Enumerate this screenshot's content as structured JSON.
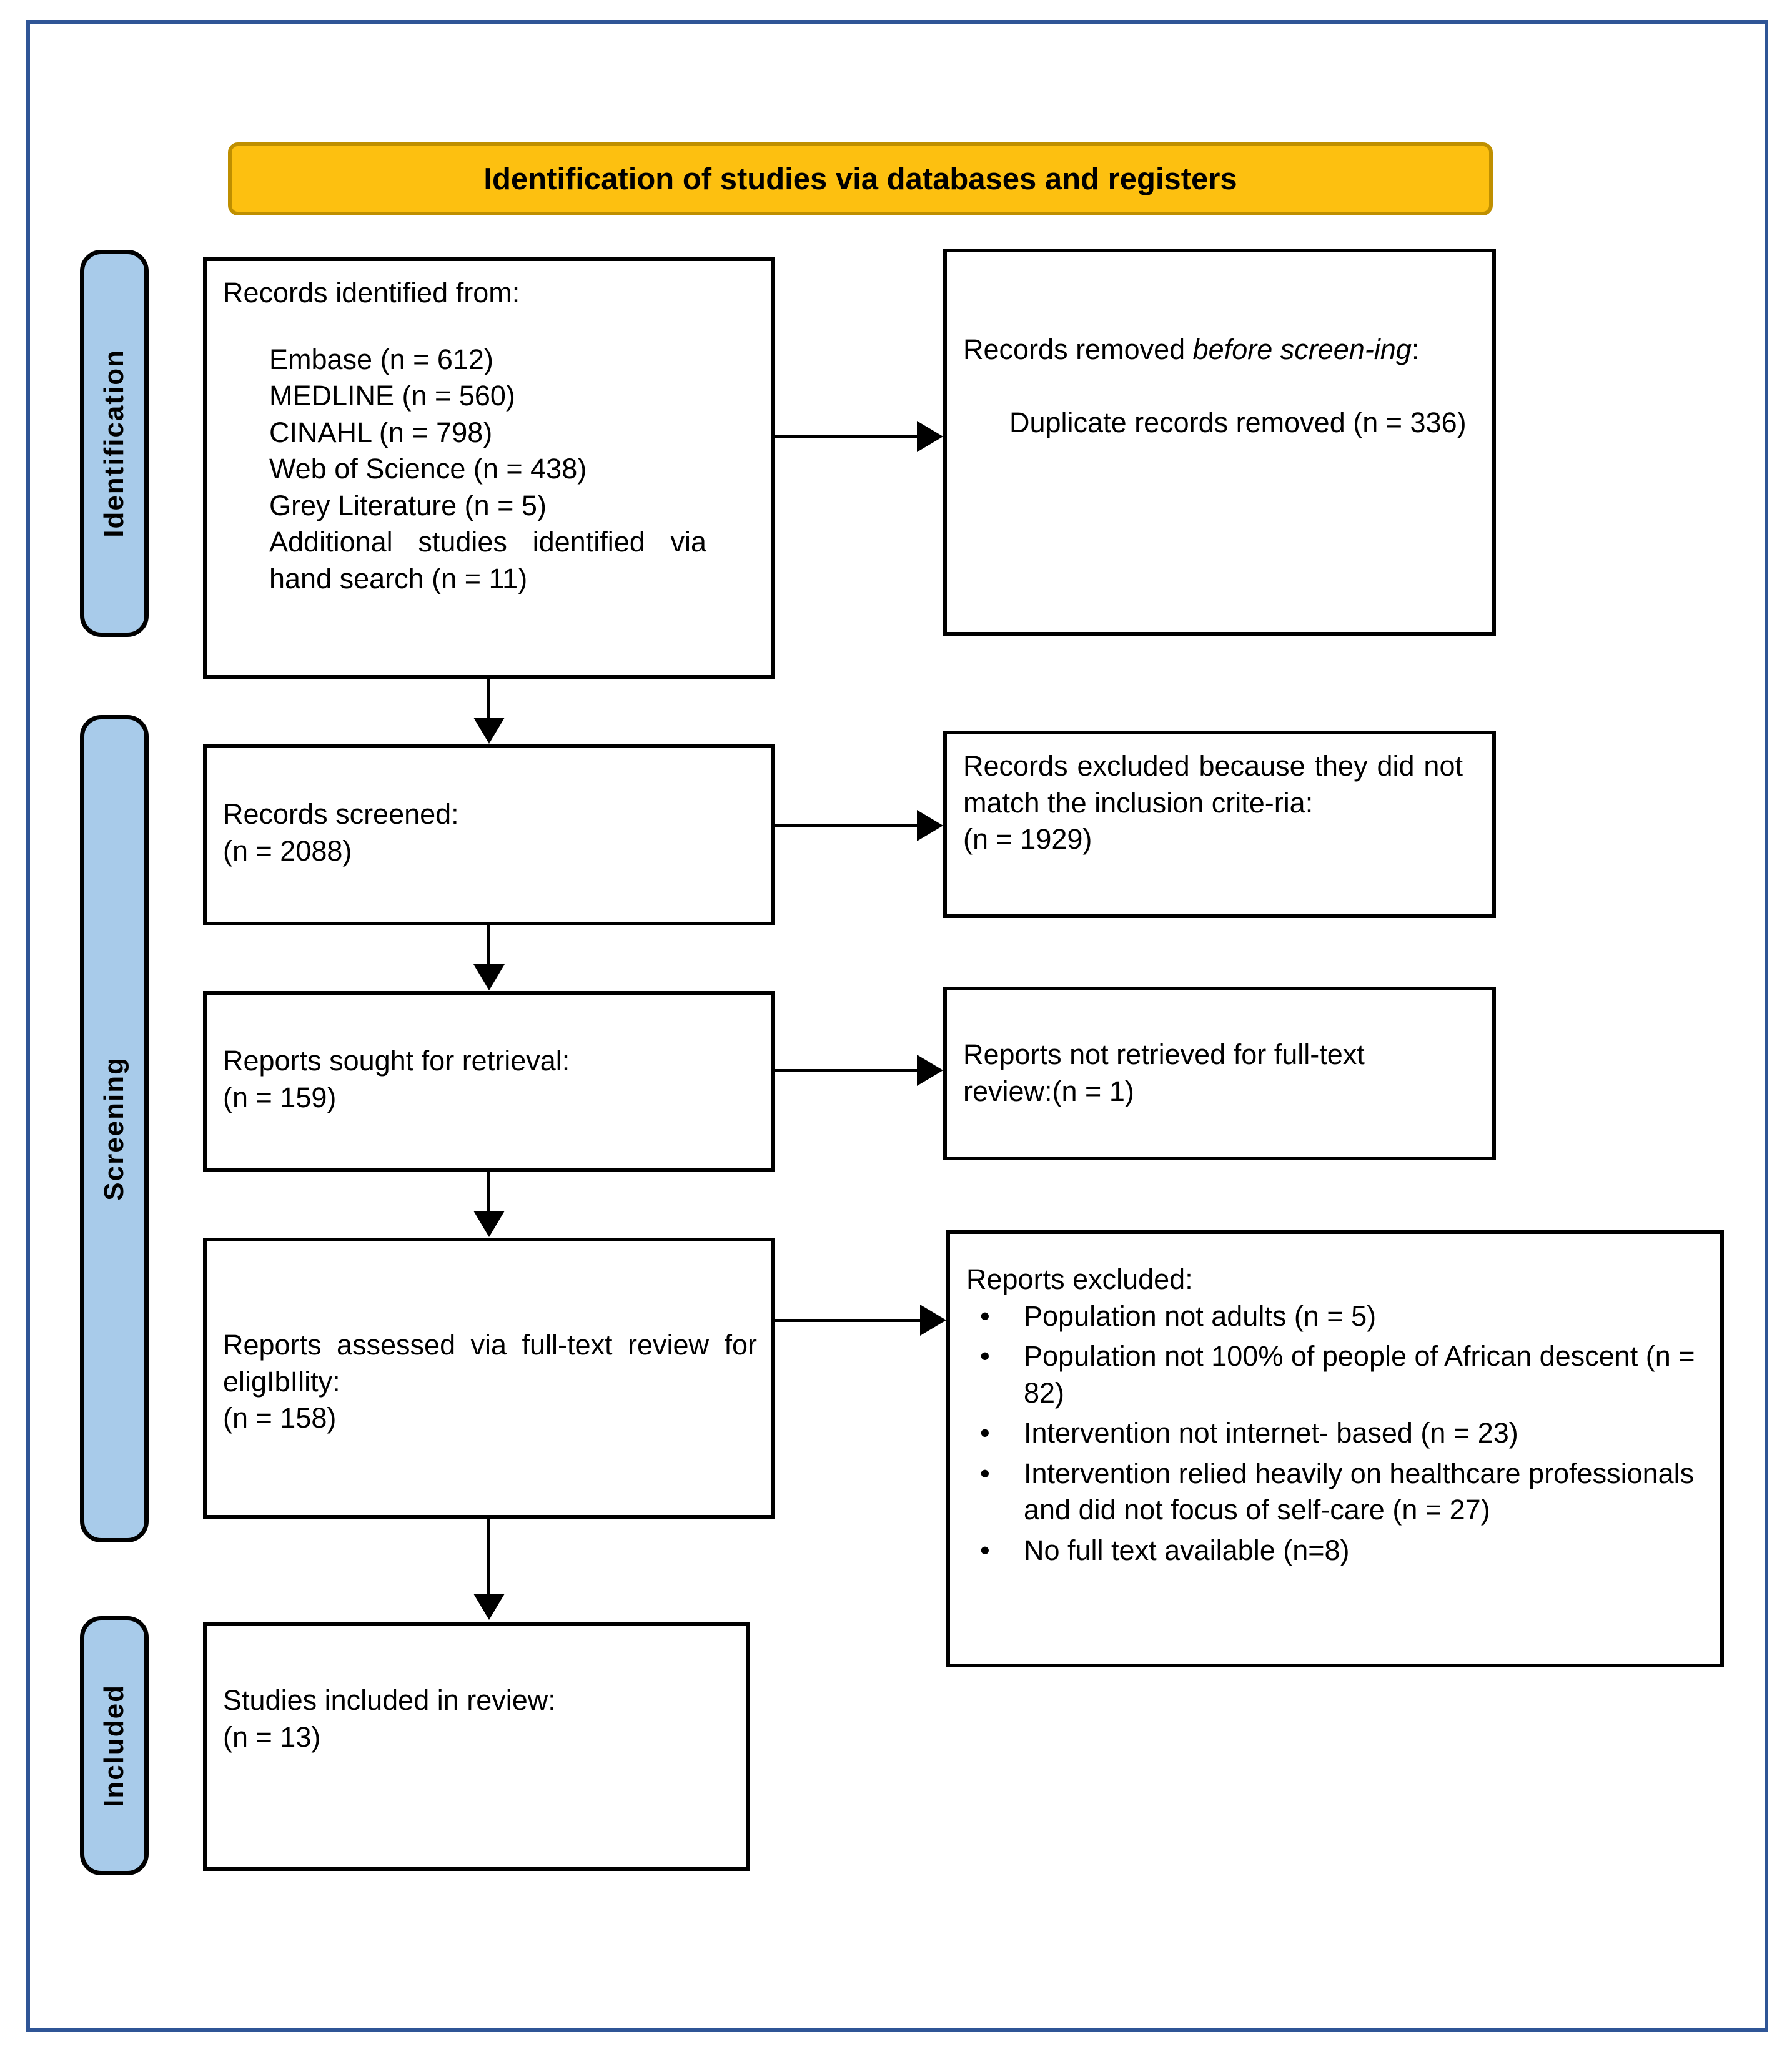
{
  "diagram": {
    "title": "Identification of studies via databases and registers",
    "stages": [
      {
        "name": "identification",
        "label": "Identification"
      },
      {
        "name": "screening",
        "label": "Screening"
      },
      {
        "name": "included",
        "label": "Included"
      }
    ],
    "boxes": {
      "records_identified": {
        "heading": "Records identified from:",
        "sources": [
          "Embase (n = 612)",
          "MEDLINE (n = 560)",
          "CINAHL (n = 798)",
          "Web of Science (n = 438)",
          "Grey Literature (n = 5)",
          "Additional studies identified via hand search (n = 11)"
        ]
      },
      "records_removed": {
        "heading_lead": "Records removed ",
        "heading_italic": "before screen-ing",
        "heading_tail": ":",
        "detail": "Duplicate records removed (n = 336)"
      },
      "records_screened": {
        "heading": "Records screened:",
        "count": "(n = 2088)"
      },
      "records_excluded": {
        "heading": "Records excluded because they did not match the inclusion crite-ria:",
        "count": "(n = 1929)"
      },
      "reports_sought": {
        "heading": "Reports sought for retrieval:",
        "count": "(n = 159)"
      },
      "reports_not_retrieved": {
        "heading": "Reports not retrieved for full-text review:(n = 1)"
      },
      "reports_assessed": {
        "heading": "Reports assessed via full-text review for eligIbIlity:",
        "count": "(n = 158)"
      },
      "reports_excluded": {
        "heading": "Reports excluded:",
        "reasons": [
          "Population not adults (n = 5)",
          "Population not 100% of people of African descent (n = 82)",
          "Intervention not internet- based (n = 23)",
          "Intervention relied heavily on healthcare professionals and did not focus of self-care (n = 27)",
          "No full text available (n=8)"
        ]
      },
      "studies_included": {
        "heading": "Studies included in review:",
        "count": "(n = 13)"
      }
    },
    "colors": {
      "banner_fill": "#FDC010",
      "banner_border": "#BF8F00",
      "stage_pill_fill": "#A8CBEA",
      "outer_frame": "#2F5596",
      "box_border": "#000000"
    },
    "bullet_glyph": "•"
  }
}
